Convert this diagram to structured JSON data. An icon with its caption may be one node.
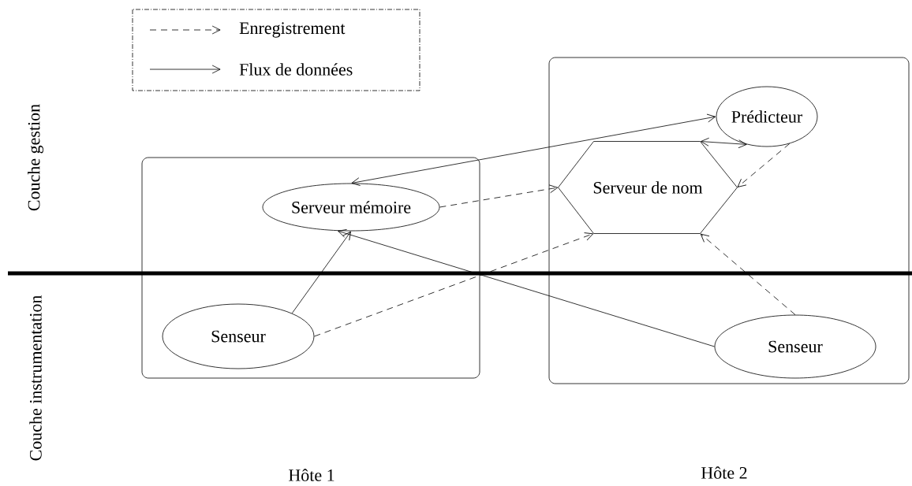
{
  "diagram": {
    "nodes": [
      {
        "text": [],
        "shape": "box"
      },
      {
        "text": [
          "Serveur mémoire"
        ],
        "in": 0
      },
      {
        "text": [
          "Senseur"
        ],
        "in": 0
      },
      {
        "text": [],
        "shape": "box"
      },
      {
        "text": [
          "Prédicteur"
        ],
        "in": 3
      },
      {
        "text": [
          "Serveur de nom"
        ],
        "in": 3
      },
      {
        "text": [
          "Senseur"
        ],
        "in": 3
      }
    ],
    "edges": [
      {
        "from": 1,
        "to": 4,
        "arrow": "both"
      },
      {
        "from": 4,
        "to": 5,
        "arrow": "both"
      },
      {
        "from": 4,
        "to": 5,
        "arrow": "to",
        "style": "dashed"
      },
      {
        "from": 1,
        "to": 5,
        "arrow": "to",
        "style": "dashed"
      },
      {
        "from": 2,
        "to": 1,
        "arrow": "to"
      },
      {
        "from": 2,
        "to": 5,
        "arrow": "to",
        "style": "dashed"
      },
      {
        "from": 6,
        "to": 1,
        "arrow": "to"
      },
      {
        "from": 6,
        "to": 5,
        "arrow": "to",
        "style": "dashed"
      }
    ],
    "labels": [
      "Couche gestion",
      "Couche instrumentation",
      "Hôte 1",
      "Hôte 2"
    ],
    "legend": [
      {
        "text": "Enregistrement"
      },
      {
        "text": "Flux de données"
      }
    ]
  }
}
